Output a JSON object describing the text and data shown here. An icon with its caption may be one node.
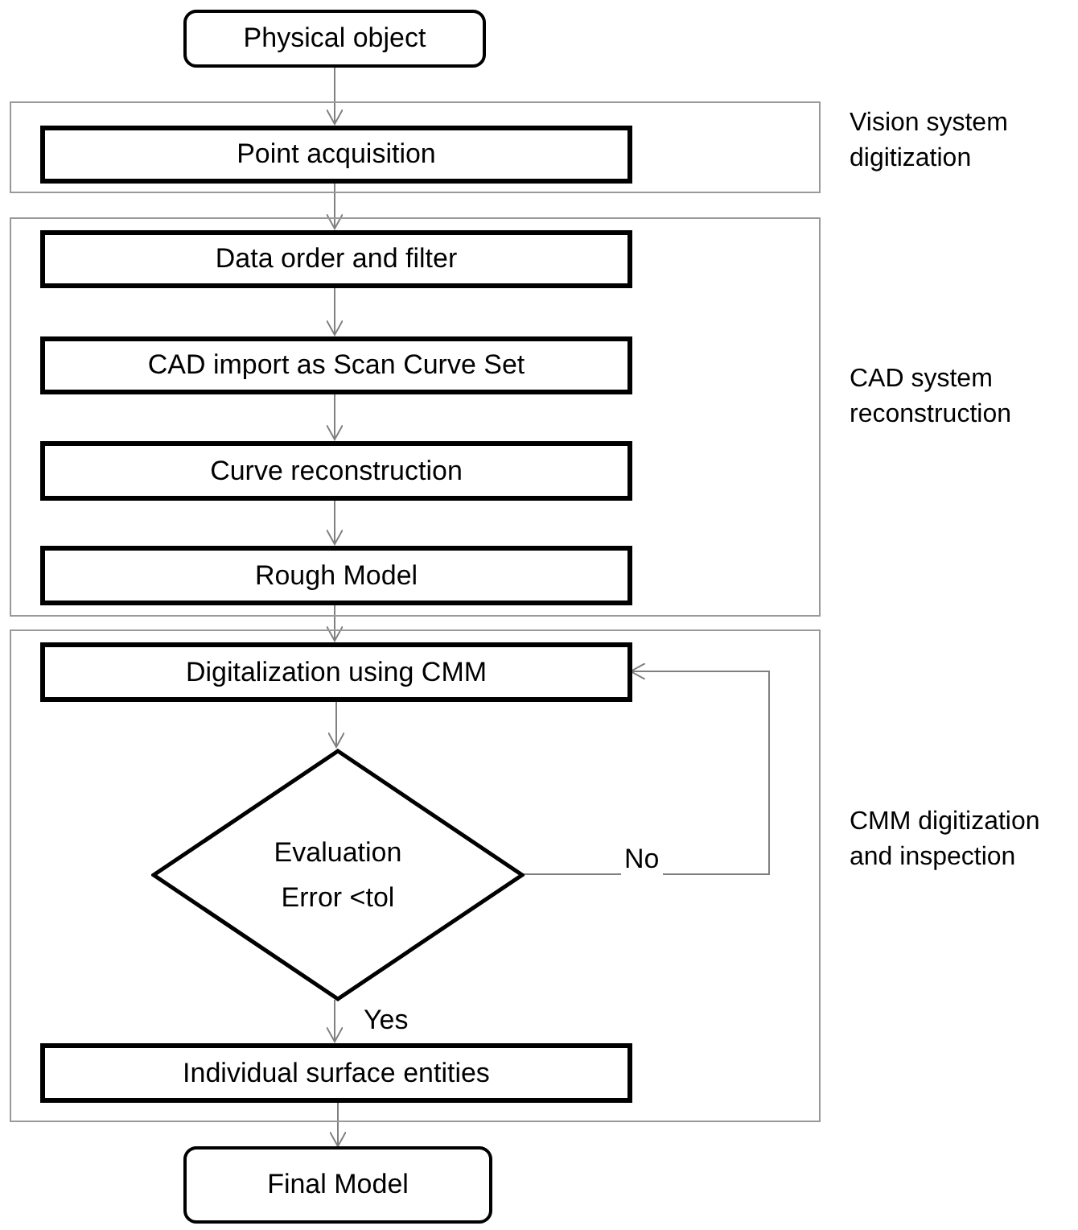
{
  "diagram": {
    "nodes": [
      {
        "text": [
          "Physical object"
        ]
      },
      {
        "text": [],
        "shape": "box",
        "beside": [
          "Vision system digitization"
        ]
      },
      {
        "text": [
          "Point acquisition"
        ],
        "in": 1
      },
      {
        "text": [],
        "shape": "box",
        "beside": [
          "CAD system reconstruction"
        ]
      },
      {
        "text": [
          "Data order and filter"
        ],
        "in": 3
      },
      {
        "text": [
          "CAD import as Scan Curve Set"
        ],
        "in": 3
      },
      {
        "text": [
          "Curve reconstruction"
        ],
        "in": 3
      },
      {
        "text": [
          "Rough Model"
        ],
        "in": 3
      },
      {
        "text": [],
        "shape": "box",
        "beside": [
          "CMM digitization and inspection"
        ]
      },
      {
        "text": [
          "Digitalization using CMM"
        ],
        "in": 8
      },
      {
        "text": [
          "Evaluation Error <tol"
        ],
        "in": 8
      },
      {
        "text": [
          "Individual surface entities"
        ],
        "in": 8
      },
      {
        "text": [
          "Final Model"
        ]
      }
    ],
    "edges": [
      {
        "from": 0,
        "to": 2,
        "arrow": "to"
      },
      {
        "from": 2,
        "to": 4,
        "arrow": "to"
      },
      {
        "from": 4,
        "to": 5,
        "arrow": "to"
      },
      {
        "from": 5,
        "to": 6,
        "arrow": "to"
      },
      {
        "from": 6,
        "to": 7,
        "arrow": "to"
      },
      {
        "from": 7,
        "to": 9,
        "arrow": "to"
      },
      {
        "from": 9,
        "to": 10,
        "arrow": "to"
      },
      {
        "from": 10,
        "to": 9,
        "arrow": "to",
        "label": "No"
      },
      {
        "from": 10,
        "to": 11,
        "arrow": "to",
        "label": "Yes"
      },
      {
        "from": 11,
        "to": 12,
        "arrow": "to"
      }
    ]
  }
}
